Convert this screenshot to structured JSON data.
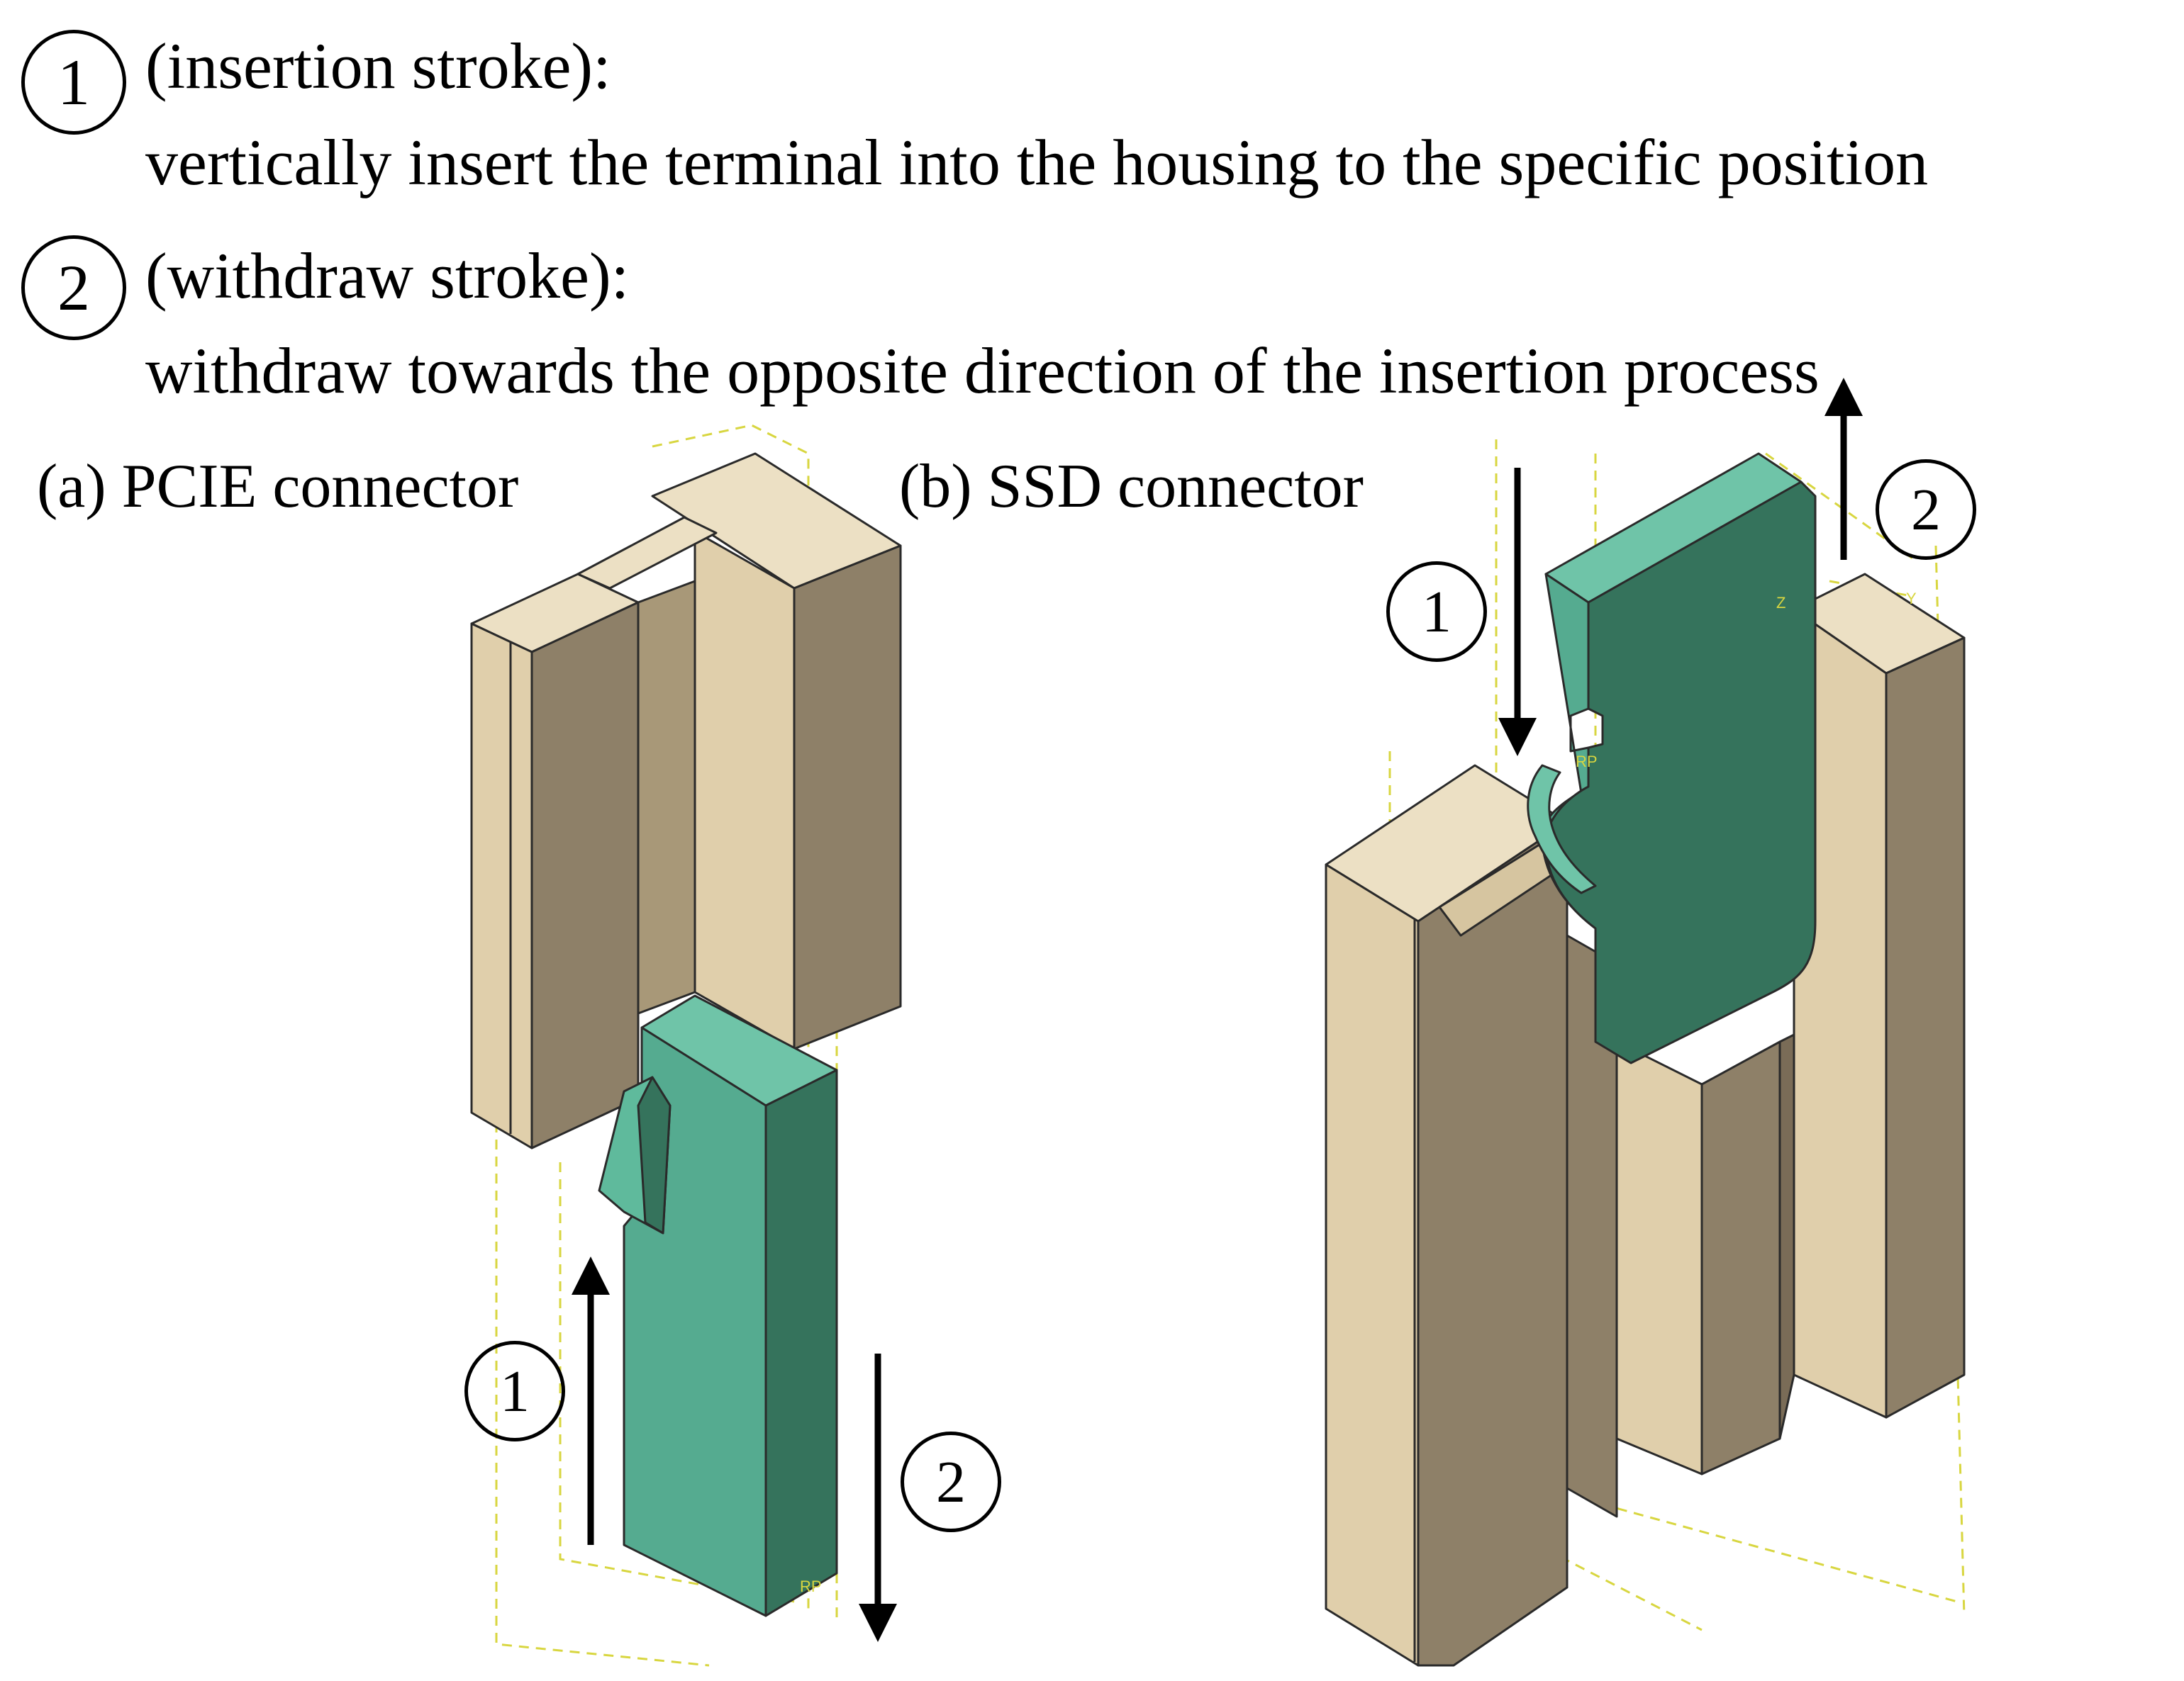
{
  "legend": {
    "step1": {
      "badge": "1",
      "title": "(insertion stroke):",
      "description": "vertically insert the terminal into the housing to the specific position"
    },
    "step2": {
      "badge": "2",
      "title": "(withdraw stroke):",
      "description": "withdraw towards the opposite direction of the insertion process"
    }
  },
  "panels": {
    "a": {
      "label": "(a) PCIE connector",
      "arrow_insert_badge": "1",
      "arrow_withdraw_badge": "2",
      "reference_point": "RP"
    },
    "b": {
      "label": "(b) SSD connector",
      "arrow_insert_badge": "1",
      "arrow_withdraw_badge": "2",
      "reference_point": "RP",
      "axis_labels": [
        "Z",
        "Y"
      ]
    }
  },
  "colors": {
    "housing_front": "#e0cfab",
    "housing_top": "#ece0c4",
    "housing_side": "#8e8068",
    "housing_dark": "#7a6c57",
    "terminal_front": "#55ab90",
    "terminal_top": "#6fc4a8",
    "terminal_side": "#35735c",
    "guide_lines": "#d8d640",
    "outline": "#2a2a2a"
  }
}
